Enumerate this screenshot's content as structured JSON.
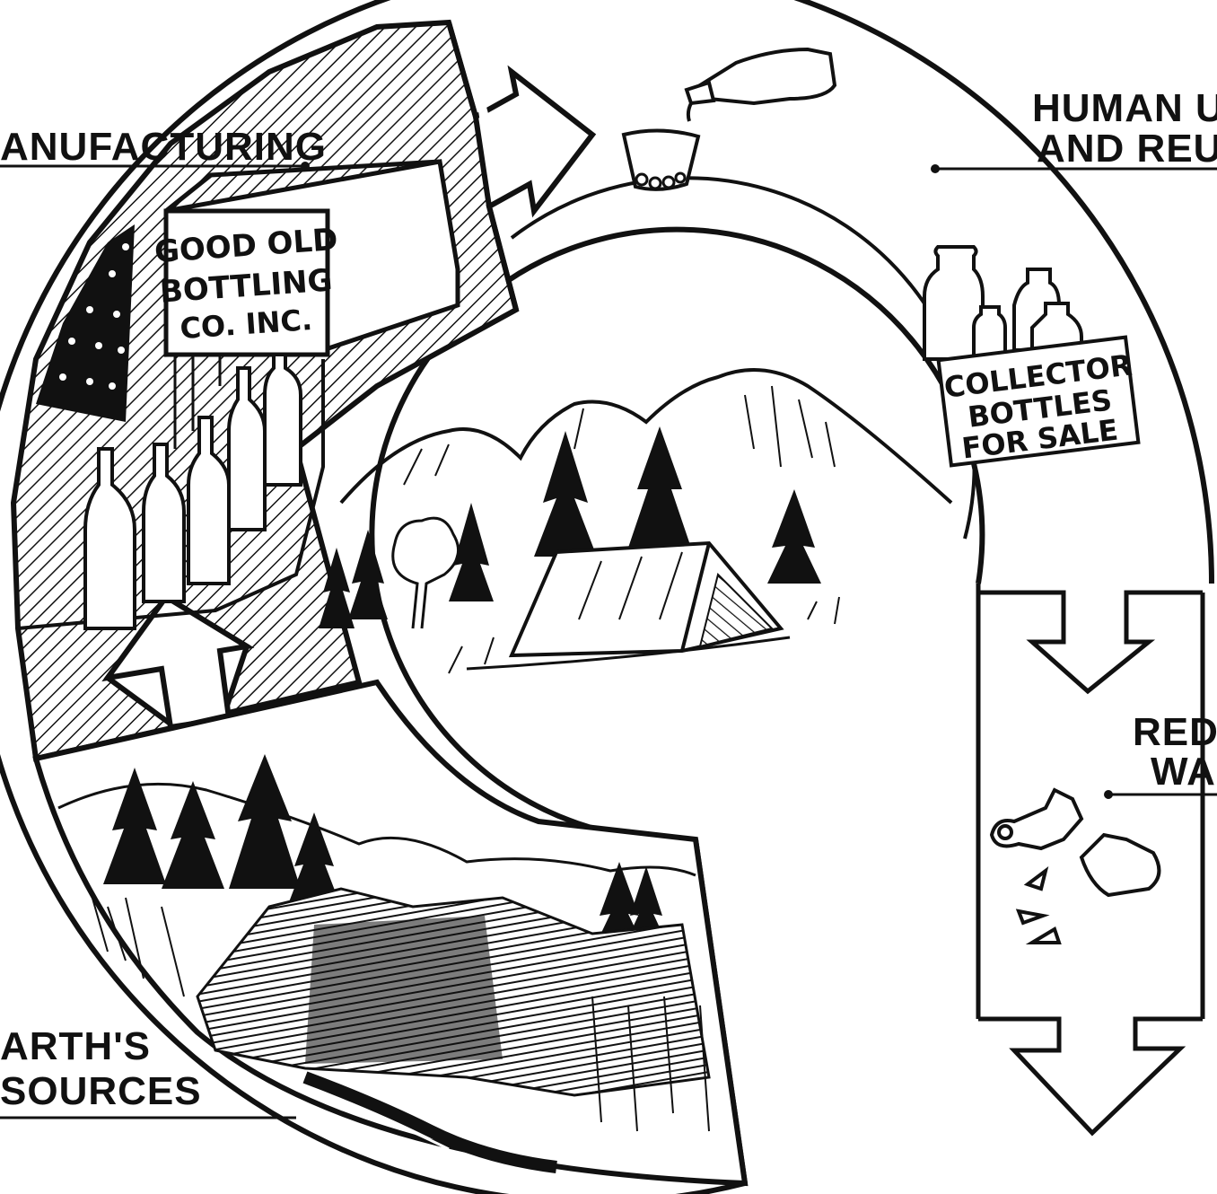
{
  "labels": {
    "manufacturing": "ANUFACTURING",
    "human_use_line1": "HUMAN US",
    "human_use_line2": "AND REUS",
    "reduce_line1": "REDU",
    "reduce_line2": "WAS",
    "earth_line1": "ARTH'S",
    "earth_line2": "SOURCES"
  },
  "factory_sign": {
    "line1": "GOOD OLD",
    "line2": "BOTTLING",
    "line3": "CO. INC."
  },
  "collector_sign": {
    "line1": "COLLECTOR",
    "line2": "BOTTLES",
    "line3": "FOR SALE"
  },
  "colors": {
    "ink": "#111111",
    "paper": "#ffffff"
  }
}
